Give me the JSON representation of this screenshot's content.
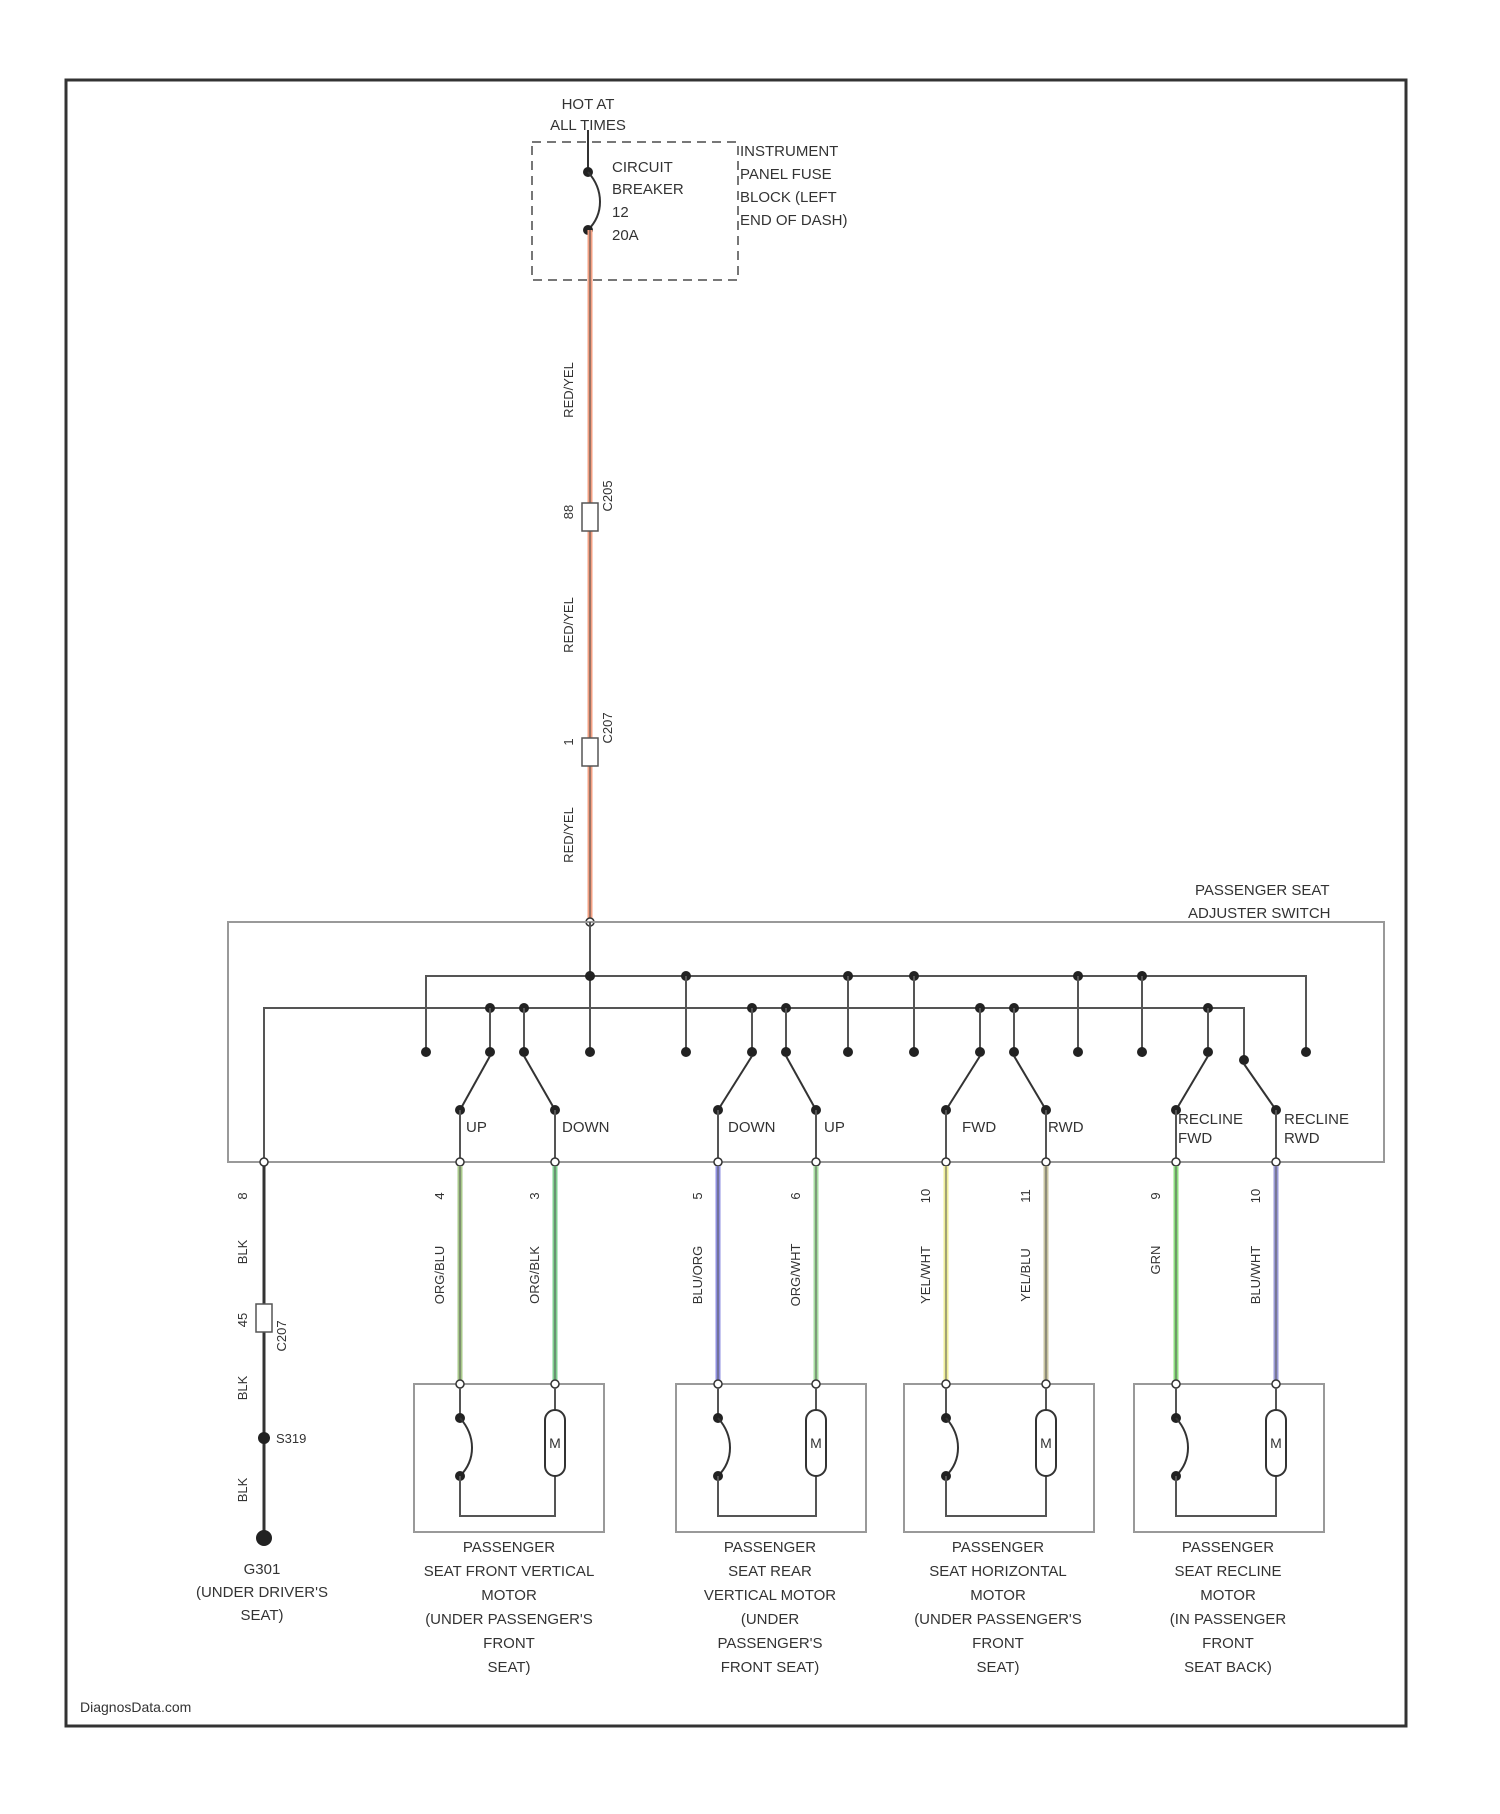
{
  "colors": {
    "frame": "#333333",
    "wire_red_yel": "#f4a183",
    "wire_org_blu": "#a8c98a",
    "wire_org_blk": "#7fd08f",
    "wire_blu_org": "#8f8fe0",
    "wire_org_wht": "#a6dea0",
    "wire_yel_wht": "#efef99",
    "wire_yel_blu": "#c8c4a0",
    "wire_grn": "#8ce07f",
    "wire_blu_wht": "#9a9ad6",
    "ground": "#333333"
  },
  "power": {
    "hot_line1": "HOT AT",
    "hot_line2": "ALL TIMES",
    "breaker_line1": "CIRCUIT",
    "breaker_line2": "BREAKER",
    "breaker_line3": "12",
    "breaker_line4": "20A",
    "fuse_block_line1": "INSTRUMENT",
    "fuse_block_line2": "PANEL FUSE",
    "fuse_block_line3": "BLOCK (LEFT",
    "fuse_block_line4": "END OF DASH)"
  },
  "feed": {
    "wire1": "RED/YEL",
    "wire2": "RED/YEL",
    "wire3": "RED/YEL",
    "connector1_pin": "88",
    "connector1_id": "C205",
    "connector2_pin": "1",
    "connector2_id": "C207"
  },
  "switch": {
    "name_line1": "PASSENGER SEAT",
    "name_line2": "ADJUSTER SWITCH",
    "contacts": [
      {
        "label": "UP"
      },
      {
        "label": "DOWN"
      },
      {
        "label": "DOWN"
      },
      {
        "label": "UP"
      },
      {
        "label": "FWD"
      },
      {
        "label": "RWD"
      },
      {
        "label_line1": "RECLINE",
        "label_line2": "FWD"
      },
      {
        "label_line1": "RECLINE",
        "label_line2": "RWD"
      }
    ]
  },
  "ground": {
    "pin_top": "8",
    "wire_top": "BLK",
    "pin_mid": "45",
    "connector": "C207",
    "wire_bottom": "BLK",
    "splice": "S319",
    "wire_gnd": "BLK",
    "ground_id": "G301",
    "ground_loc_line1": "(UNDER DRIVER'S",
    "ground_loc_line2": "SEAT)"
  },
  "motor_wires": [
    {
      "pin": "4",
      "label": "ORG/BLU"
    },
    {
      "pin": "3",
      "label": "ORG/BLK"
    },
    {
      "pin": "5",
      "label": "BLU/ORG"
    },
    {
      "pin": "6",
      "label": "ORG/WHT"
    },
    {
      "pin": "10",
      "label": "YEL/WHT"
    },
    {
      "pin": "11",
      "label": "YEL/BLU"
    },
    {
      "pin": "9",
      "label": "GRN"
    },
    {
      "pin": "10",
      "label": "BLU/WHT"
    }
  ],
  "motors": [
    {
      "line1": "PASSENGER",
      "line2": "SEAT FRONT VERTICAL",
      "line3": "MOTOR",
      "line4": "(UNDER PASSENGER'S",
      "line5": "FRONT",
      "line6": "SEAT)",
      "symbol": "M"
    },
    {
      "line1": "PASSENGER",
      "line2": "SEAT REAR",
      "line3": "VERTICAL MOTOR",
      "line4": "(UNDER",
      "line5": "PASSENGER'S",
      "line6": "FRONT SEAT)",
      "symbol": "M"
    },
    {
      "line1": "PASSENGER",
      "line2": "SEAT HORIZONTAL",
      "line3": "MOTOR",
      "line4": "(UNDER PASSENGER'S",
      "line5": "FRONT",
      "line6": "SEAT)",
      "symbol": "M"
    },
    {
      "line1": "PASSENGER",
      "line2": "SEAT RECLINE",
      "line3": "MOTOR",
      "line4": "(IN PASSENGER",
      "line5": "FRONT",
      "line6": "SEAT BACK)",
      "symbol": "M"
    }
  ],
  "footer": {
    "watermark": "DiagnosData.com"
  }
}
